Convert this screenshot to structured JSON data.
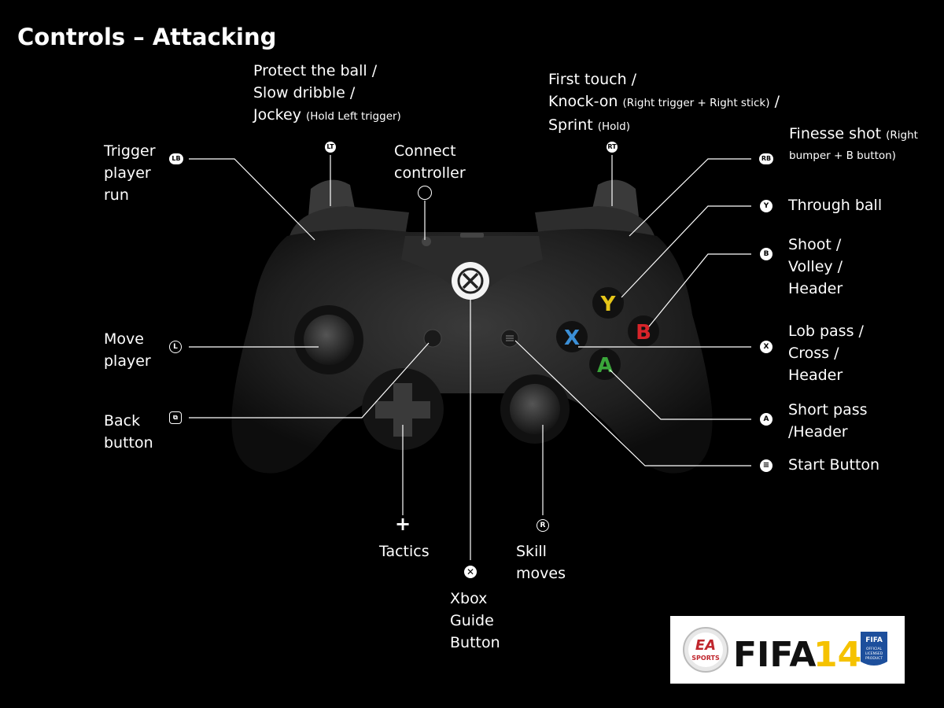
{
  "title": "Controls – Attacking",
  "labels": {
    "lb": {
      "badge": "LB",
      "lines": [
        "Trigger",
        "player",
        "run"
      ]
    },
    "lt": {
      "badge": "LT",
      "lines": [
        "Protect the ball /",
        "Slow dribble /",
        "Jockey"
      ],
      "note": "(Hold Left trigger)"
    },
    "connect": {
      "lines": [
        "Connect",
        "controller"
      ]
    },
    "rt": {
      "badge": "RT",
      "line1": "First touch /",
      "line2_main": "Knock-on",
      "line2_note": "(Right trigger + Right stick)",
      "line2_tail": " /",
      "line3_main": "Sprint",
      "line3_note": "(Hold)"
    },
    "rb": {
      "badge": "RB",
      "main": "Finesse shot",
      "note1": "(Right",
      "note2": "bumper + B button)"
    },
    "y": {
      "badge": "Y",
      "lines": [
        "Through ball"
      ]
    },
    "b": {
      "badge": "B",
      "lines": [
        "Shoot /",
        "Volley /",
        "Header"
      ]
    },
    "x": {
      "badge": "X",
      "lines": [
        "Lob pass /",
        "Cross /",
        "Header"
      ]
    },
    "a": {
      "badge": "A",
      "lines": [
        "Short pass",
        "/Header"
      ]
    },
    "start": {
      "lines": [
        "Start Button"
      ]
    },
    "move": {
      "badge": "L",
      "lines": [
        "Move",
        "player"
      ]
    },
    "back": {
      "lines": [
        "Back",
        "button"
      ]
    },
    "tactics": {
      "badge": "+",
      "lines": [
        "Tactics"
      ]
    },
    "guide": {
      "lines": [
        "Xbox",
        "Guide",
        "Button"
      ]
    },
    "skill": {
      "badge": "R",
      "lines": [
        "Skill",
        "moves"
      ]
    }
  },
  "face_buttons": {
    "Y": "#e6c619",
    "B": "#d8242a",
    "X": "#3b8fd6",
    "A": "#3aa63a"
  },
  "logo": {
    "brand": "EA",
    "brand_sub": "SPORTS",
    "game": "FIFA",
    "number": "14",
    "seal_top": "FIFA",
    "seal_lines": [
      "OFFICIAL",
      "LICENSED",
      "PRODUCT"
    ]
  },
  "colors": {
    "background": "#000000",
    "text": "#ffffff",
    "controller": "#2a2a2a",
    "fifa_yellow": "#f5c200"
  }
}
